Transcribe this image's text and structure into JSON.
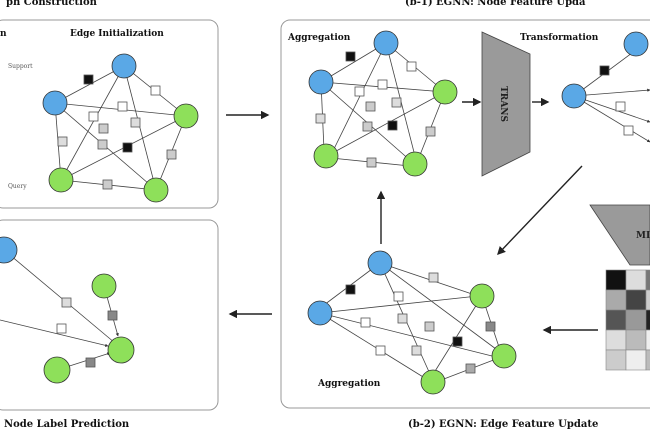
{
  "captions": {
    "top_left": "ph Construction",
    "top_right": "(b-1) EGNN: Node Feature Upda",
    "bottom_left": "Node Label Prediction",
    "bottom_right": "(b-2) EGNN: Edge Feature Update"
  },
  "panels": {
    "edge_init": {
      "title": "Edge Initialization",
      "left_title": "n",
      "support": "Support",
      "query": "Query"
    },
    "aggregation_top": "Aggregation",
    "transformation": "Transformation",
    "trans_block": "TRANS",
    "mlp_block": "MI",
    "aggregation_bottom": "Aggregation"
  },
  "colors": {
    "support_node": "#5aa8e6",
    "query_node": "#8ee05a",
    "block": "#9a9a9a",
    "border": "#999999"
  }
}
